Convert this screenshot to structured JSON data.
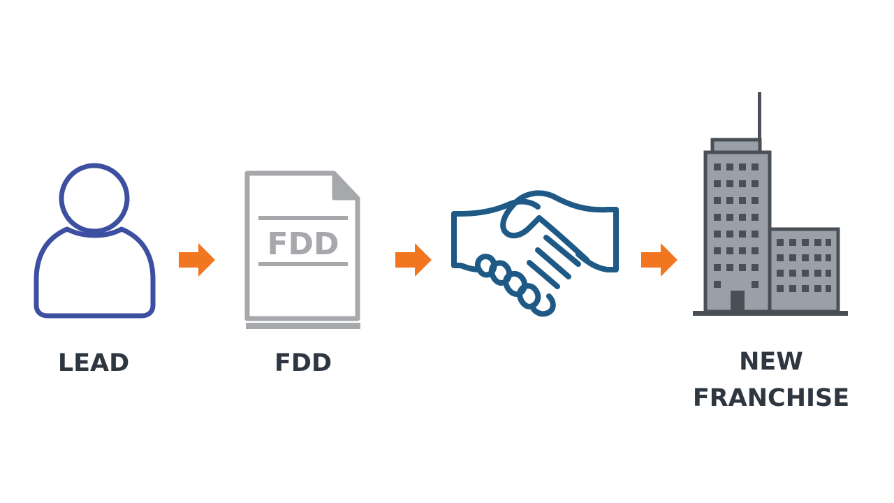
{
  "steps": [
    {
      "icon": "person-icon",
      "label": "LEAD"
    },
    {
      "icon": "document-icon",
      "label": "FDD",
      "document_text": "FDD"
    },
    {
      "icon": "handshake-icon"
    },
    {
      "icon": "building-icon",
      "label_lines": [
        "NEW",
        "FRANCHISE"
      ]
    }
  ],
  "colors": {
    "person": "#3d4fa0",
    "document": "#a6a8ab",
    "handshake": "#1e5a85",
    "arrow": "#f2761f",
    "building_fill": "#9aa0a8",
    "building_stroke": "#4a4f56",
    "label": "#2e3640"
  }
}
